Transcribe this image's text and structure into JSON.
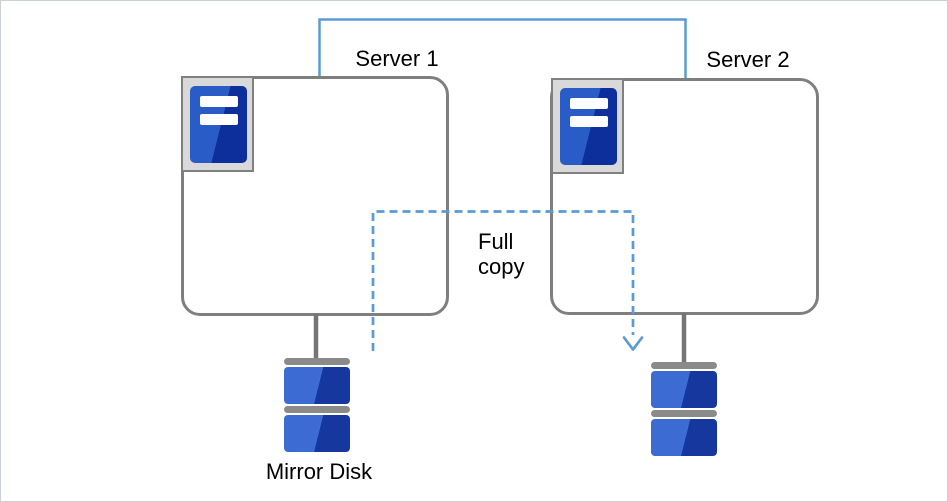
{
  "diagram": {
    "servers": [
      {
        "id": "server1",
        "label": "Server 1"
      },
      {
        "id": "server2",
        "label": "Server 2"
      }
    ],
    "annotations": {
      "full_copy": "Full copy",
      "mirror_disk": "Mirror Disk"
    },
    "icons": {
      "server": "server-tower-icon",
      "disk": "disk-stack-icon",
      "arrow": "dashed-arrow-down-icon",
      "connector": "heartbeat-connector-line"
    },
    "colors": {
      "connector-blue": "#5B9BD5",
      "box-border": "#7F7F7F",
      "icon-bg": "#D9D9D9",
      "icon-border": "#808080",
      "tower-light": "#2A5CC8",
      "tower-dark": "#0C2F9C",
      "disk-light": "#3B6BD3",
      "disk-dark": "#16379E",
      "bar-gray": "#8A8A8A",
      "stem-gray": "#757575",
      "frame-border": "#CBD0D4",
      "text": "#000000"
    }
  }
}
